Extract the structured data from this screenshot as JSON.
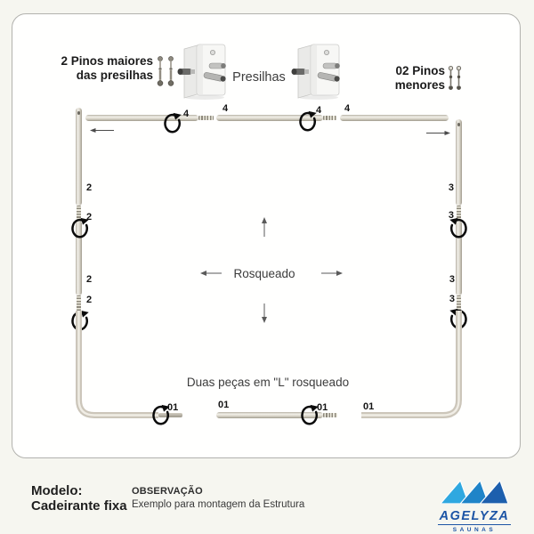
{
  "header": {
    "pins_large_line1": "2 Pinos maiores",
    "pins_large_line2": "das presilhas",
    "presilhas_label": "Presilhas",
    "pins_small_line1": "02 Pinos",
    "pins_small_line2": "menores"
  },
  "diagram": {
    "center_note": "Rosqueado",
    "bottom_note": "Duas peças em \"L\" rosqueado",
    "piece_labels": {
      "top": [
        "4",
        "4",
        "4",
        "4"
      ],
      "left": [
        "2",
        "2",
        "2",
        "2"
      ],
      "right": [
        "3",
        "3",
        "3",
        "3"
      ],
      "bottom": [
        "01",
        "01",
        "01",
        "01"
      ]
    }
  },
  "footer": {
    "model_label": "Modelo:",
    "model_value": "Cadeirante fixa",
    "note_title": "OBSERVAÇÃO",
    "note_text": "Exemplo para montagem da Estrutura",
    "brand_name": "AGELYZA",
    "brand_tagline": "SAUNAS"
  },
  "colors": {
    "page_bg": "#f6f6f0",
    "card_bg": "#fffffe",
    "card_border": "#b2b2ae",
    "tube": "#d6d1c6",
    "brand_blue_light": "#2fa8e0",
    "brand_blue_mid": "#1f84c8",
    "brand_blue_dark": "#1d5fad",
    "brand_text": "#1c54a5"
  }
}
